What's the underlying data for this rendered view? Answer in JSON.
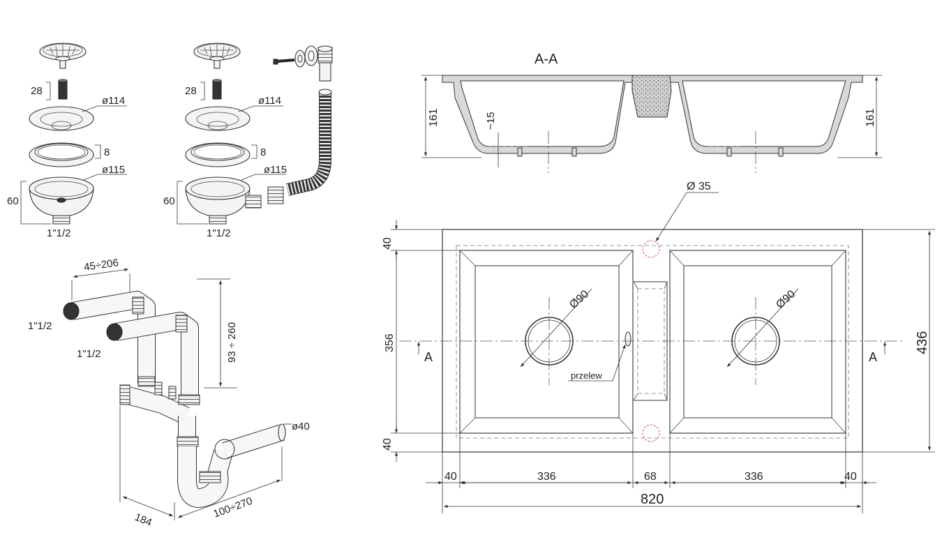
{
  "strainer_left": {
    "screw_len": "28",
    "flange_dia": "ø114",
    "gasket_th": "8",
    "body_dia": "ø115",
    "body_h": "60",
    "thread": "1\"1/2"
  },
  "strainer_right": {
    "screw_len": "28",
    "flange_dia": "ø114",
    "gasket_th": "8",
    "body_dia": "ø115",
    "body_h": "60",
    "thread": "1\"1/2"
  },
  "siphon": {
    "spacing": "45÷206",
    "height": "93 ÷ 260",
    "inlet_a": "1\"1/2",
    "inlet_b": "1\"1/2",
    "outlet_dia": "ø40",
    "depth": "184",
    "length": "100÷270"
  },
  "section": {
    "title": "A-A",
    "height_left": "161",
    "height_right": "161",
    "bottom_gap": "~15"
  },
  "plan": {
    "overflow_dia": "Ø 35",
    "bowl_drain_left": "Ø90",
    "bowl_drain_right": "Ø90",
    "overflow_label": "przelew",
    "section_mark_left": "A",
    "section_mark_right": "A",
    "margin_top": "40",
    "bowl_depth": "356",
    "margin_bottom": "40",
    "total_depth": "436",
    "dims_bottom": [
      "40",
      "336",
      "68",
      "336",
      "40"
    ],
    "total_width": "820"
  },
  "colors": {
    "line": "#333333",
    "overflow_circle": "#c9517a",
    "fill_part": "#f4f4f4"
  }
}
